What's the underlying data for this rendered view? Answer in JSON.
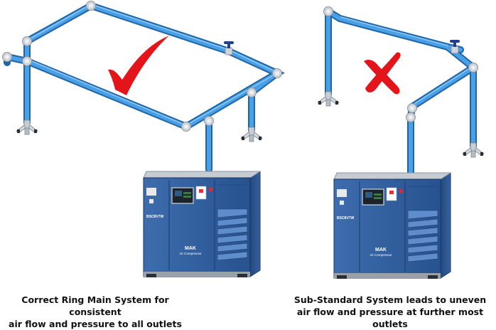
{
  "left_panel": {
    "verdict_icon": "red-check-mark-icon",
    "compressor": {
      "model_label": "BSC8V7W",
      "brand": "MAK",
      "product": "Air Compressor"
    },
    "caption_line1": "Correct Ring Main System for consistent",
    "caption_line2": "air flow and pressure to all outlets"
  },
  "right_panel": {
    "verdict_icon": "red-cross-icon",
    "compressor": {
      "model_label": "BSC8V7W",
      "brand": "MAK",
      "product": "Air Compressor"
    },
    "caption_line1": "Sub-Standard System leads to uneven",
    "caption_line2": "air flow and pressure at further most outlets"
  },
  "colors": {
    "pipe": "#3a8ed6",
    "pipe_dark": "#1f66a8",
    "fitting": "#cdd2d8",
    "valve": "#1f3f8a",
    "compressor_body": "#2f5b9c",
    "compressor_dark": "#1d3c6e",
    "mark": "#e3151a"
  }
}
